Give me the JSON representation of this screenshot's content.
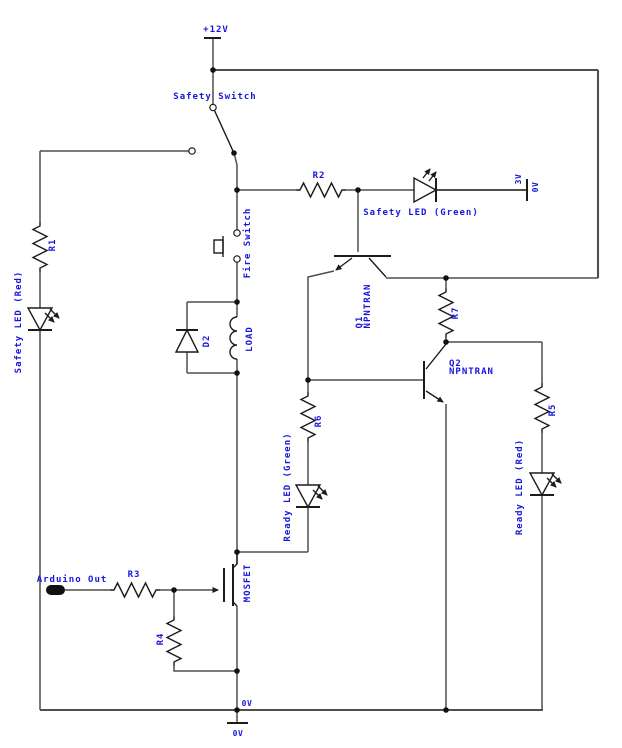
{
  "labels": {
    "vcc": "+12V",
    "safety_switch": "Safety Switch",
    "fire_switch": "Fire Switch",
    "r1": "R1",
    "r2": "R2",
    "r3": "R3",
    "r4": "R4",
    "r5": "R5",
    "r6": "R6",
    "r7": "R7",
    "d2": "D2",
    "load": "LOAD",
    "safety_led_red": "Safety LED (Red)",
    "safety_led_green": "Safety LED (Green)",
    "ready_led_green": "Ready LED (Green)",
    "ready_led_red": "Ready LED (Red)",
    "q1": "Q1",
    "q1_type": "NPNTRAN",
    "q2": "Q2",
    "q2_type": "NPNTRAN",
    "mosfet": "MOSFET",
    "arduino_out": "Arduino Out",
    "v3": "3V",
    "v0_wire": "0V",
    "v0_junction": "0V",
    "v0_terminal": "0V"
  },
  "colors": {
    "label": "#1616dd",
    "wire": "#4f4f4f",
    "component": "#1c1c1c",
    "junction": "#111111",
    "background": "#ffffff"
  }
}
